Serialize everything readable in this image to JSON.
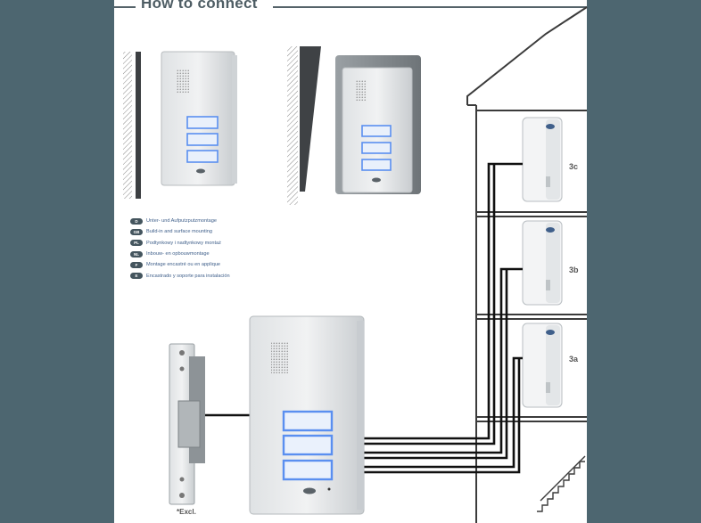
{
  "header": {
    "title": "How to connect"
  },
  "legend": [
    {
      "code": "D",
      "text": "Unter- und Aufputzputzmontage"
    },
    {
      "code": "GB",
      "text": "Build-in and surface mounting"
    },
    {
      "code": "PL",
      "text": "Podtynkowy i nadtynkowy montaż"
    },
    {
      "code": "NL",
      "text": "Inbouw- en opbouwmontage"
    },
    {
      "code": "F",
      "text": "Montage encastré ou en applique"
    },
    {
      "code": "E",
      "text": "Encastrado y soporte para instalación"
    }
  ],
  "footnote": "*Excl.",
  "apartments": [
    {
      "label": "3c"
    },
    {
      "label": "3b"
    },
    {
      "label": "3a"
    }
  ],
  "colors": {
    "background": "#4d6670",
    "button_glow": "#5a8ff0",
    "wire": "#111111"
  }
}
